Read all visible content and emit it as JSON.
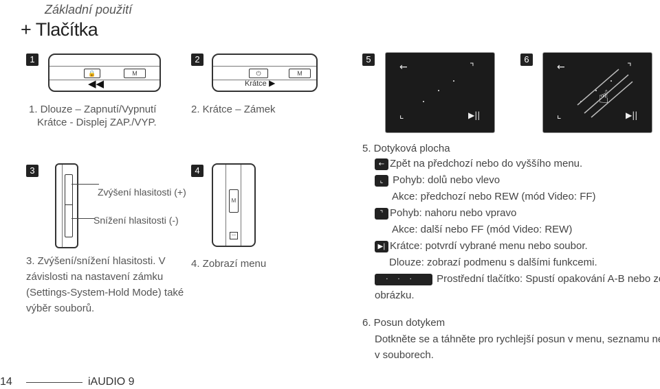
{
  "header": {
    "section": "Základní použití",
    "title": "+ Tlačítka"
  },
  "markers": {
    "m1": "1",
    "m2": "2",
    "m3": "3",
    "m4": "4",
    "m5": "5",
    "m6": "6"
  },
  "device1": {
    "caption_line1": "1. Dlouze – Zapnutí/Vypnutí",
    "caption_line2": "Krátce - Displej ZAP./VYP."
  },
  "device2": {
    "press_label": "Krátce",
    "caption": "2. Krátce – Zámek"
  },
  "device3": {
    "label_up": "Zvýšení hlasitosti (+)",
    "label_down": "Snížení hlasitosti (-)",
    "caption": [
      "3. Zvýšení/snížení hlasitosti. V",
      "závislosti na nastavení zámku",
      "(Settings-System-Hold Mode) také",
      "výběr souborů."
    ]
  },
  "device4": {
    "caption": "4. Zobrazí menu"
  },
  "touch": {
    "title": "5. Dotyková plocha",
    "back": "Zpět na předchozí nebo do vyššího menu.",
    "down_move": "Pohyb: dolů nebo vlevo",
    "down_action": "Akce: předchozí nebo REW (mód Video: FF)",
    "up_move": "Pohyb: nahoru nebo vpravo",
    "up_action": "Akce: další nebo FF (mód Video: REW)",
    "play_short": "Krátce: potvrdí vybrané menu nebo soubor.",
    "play_long": "Dlouze: zobrazí podmenu s dalšími funkcemi.",
    "center": "Prostřední tlačítko: Spustí opakování A-B nebo zoom",
    "center_cont": "obrázku."
  },
  "drag": {
    "title": "6. Posun dotykem",
    "line1": "Dotkněte se a táhněte pro rychlejší posun v menu, seznamu nebo",
    "line2": "v souborech."
  },
  "footer": {
    "page": "14",
    "product": "iAUDIO 9"
  }
}
